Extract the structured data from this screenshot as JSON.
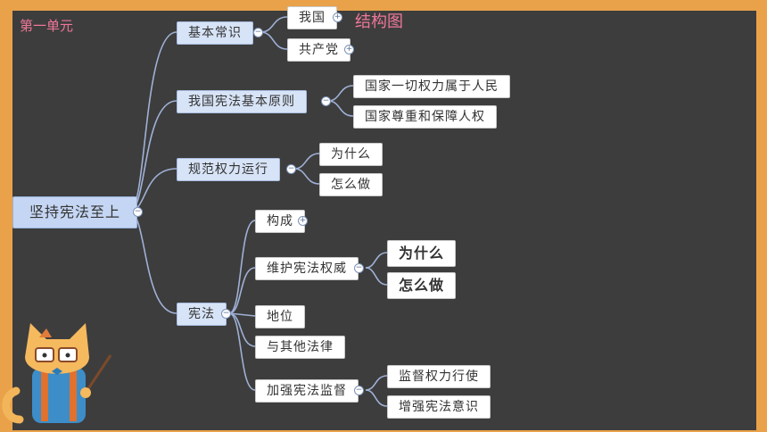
{
  "header": {
    "unit": "第一单元",
    "title": "结构图"
  },
  "mindmap": {
    "root": "坚持宪法至上",
    "branches": {
      "basic_knowledge": {
        "label": "基本常识",
        "children": [
          "我国",
          "共产党"
        ]
      },
      "principles": {
        "label": "我国宪法基本原则",
        "children": [
          "国家一切权力属于人民",
          "国家尊重和保障人权"
        ]
      },
      "regulate_power": {
        "label": "规范权力运行",
        "children": [
          "为什么",
          "怎么做"
        ]
      },
      "constitution": {
        "label": "宪法",
        "children": {
          "composition": "构成",
          "safeguard": {
            "label": "维护宪法权威",
            "children": [
              "为什么",
              "怎么做"
            ]
          },
          "status": "地位",
          "other_laws": "与其他法律",
          "supervision": {
            "label": "加强宪法监督",
            "children": [
              "监督权力行使",
              "增强宪法意识"
            ]
          }
        }
      }
    }
  },
  "toggles": {
    "collapse": "−",
    "expand": "+"
  }
}
